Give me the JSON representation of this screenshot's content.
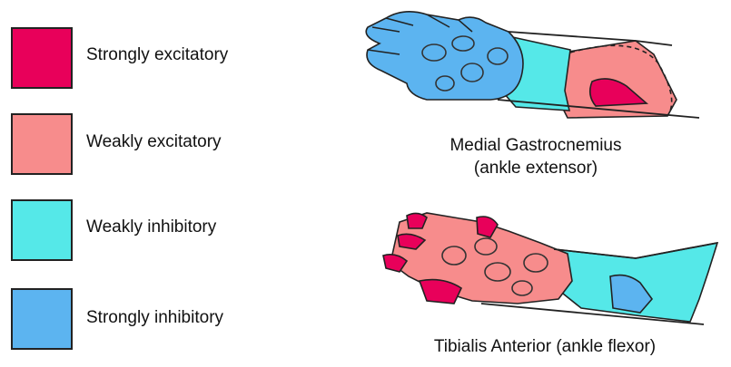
{
  "legend": [
    {
      "label": "Strongly excitatory",
      "color": "#e8005a"
    },
    {
      "label": "Weakly excitatory",
      "color": "#f78c8c"
    },
    {
      "label": "Weakly inhibitory",
      "color": "#55e8e8"
    },
    {
      "label": "Strongly inhibitory",
      "color": "#5cb4f0"
    }
  ],
  "figures": {
    "top": {
      "caption_line1": "Medial Gastrocnemius",
      "caption_line2": "(ankle extensor)"
    },
    "bottom": {
      "caption": "Tibialis Anterior (ankle flexor)"
    }
  },
  "colors": {
    "outline": "#222222",
    "pad_outline": "#333333"
  }
}
